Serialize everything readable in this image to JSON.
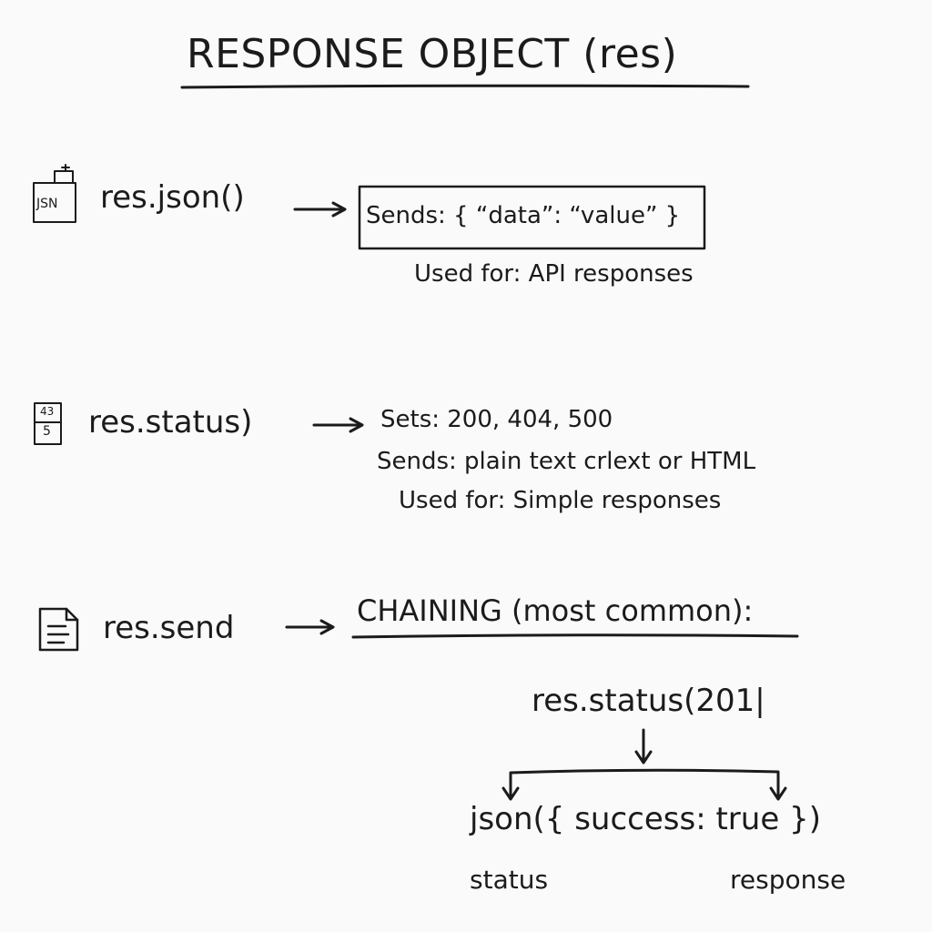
{
  "title": "RESPONSE OBJECT (res)",
  "json_section": {
    "icon": "json-file-icon",
    "icon_text": "JSN",
    "method": "res.json()",
    "box_text": "Sends: { “data”: “value” }",
    "used_for": "Used for: API responses"
  },
  "status_section": {
    "icon": "status-code-icon",
    "icon_top": "43",
    "icon_bottom": "5",
    "method": "res.status)",
    "sets": "Sets: 200, 404, 500",
    "sends": "Sends: plain text crlext or HTML",
    "used_for": "Used for: Simple responses"
  },
  "send_section": {
    "icon": "document-icon",
    "method": "res.send",
    "chaining_heading": "CHAINING (most common):",
    "chain_call": "res.status(201|",
    "chain_json": "json({ success: true })",
    "label_status": "status",
    "label_response": "response"
  },
  "colors": {
    "ink": "#1b1b1b",
    "paper": "#fafafa"
  }
}
